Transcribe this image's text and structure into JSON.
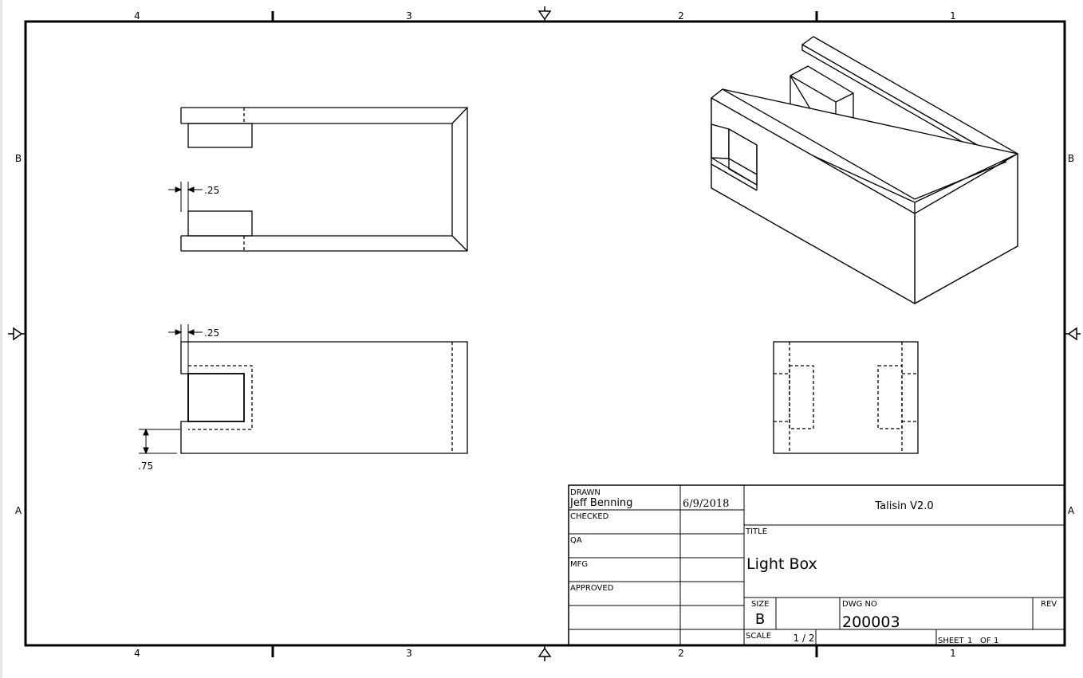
{
  "zones": {
    "columns": [
      "4",
      "3",
      "2",
      "1"
    ],
    "rows": [
      "B",
      "A"
    ]
  },
  "dimensions": {
    "top_view_gap": ".25",
    "front_view_gap": ".25",
    "front_view_height": ".75"
  },
  "title_block": {
    "drawn_label": "DRAWN",
    "drawn_by": "Jeff Benning",
    "drawn_date": "6/9/2018",
    "checked_label": "CHECKED",
    "qa_label": "QA",
    "mfg_label": "MFG",
    "approved_label": "APPROVED",
    "project": "Talisin V2.0",
    "title_label": "TITLE",
    "title": "Light Box",
    "size_label": "SIZE",
    "size": "B",
    "dwg_no_label": "DWG NO",
    "dwg_no": "200003",
    "rev_label": "REV",
    "scale_label": "SCALE",
    "scale": "1 / 2",
    "sheet_label": "SHEET",
    "sheet": "1",
    "of_label": "OF",
    "sheet_total": "1"
  }
}
